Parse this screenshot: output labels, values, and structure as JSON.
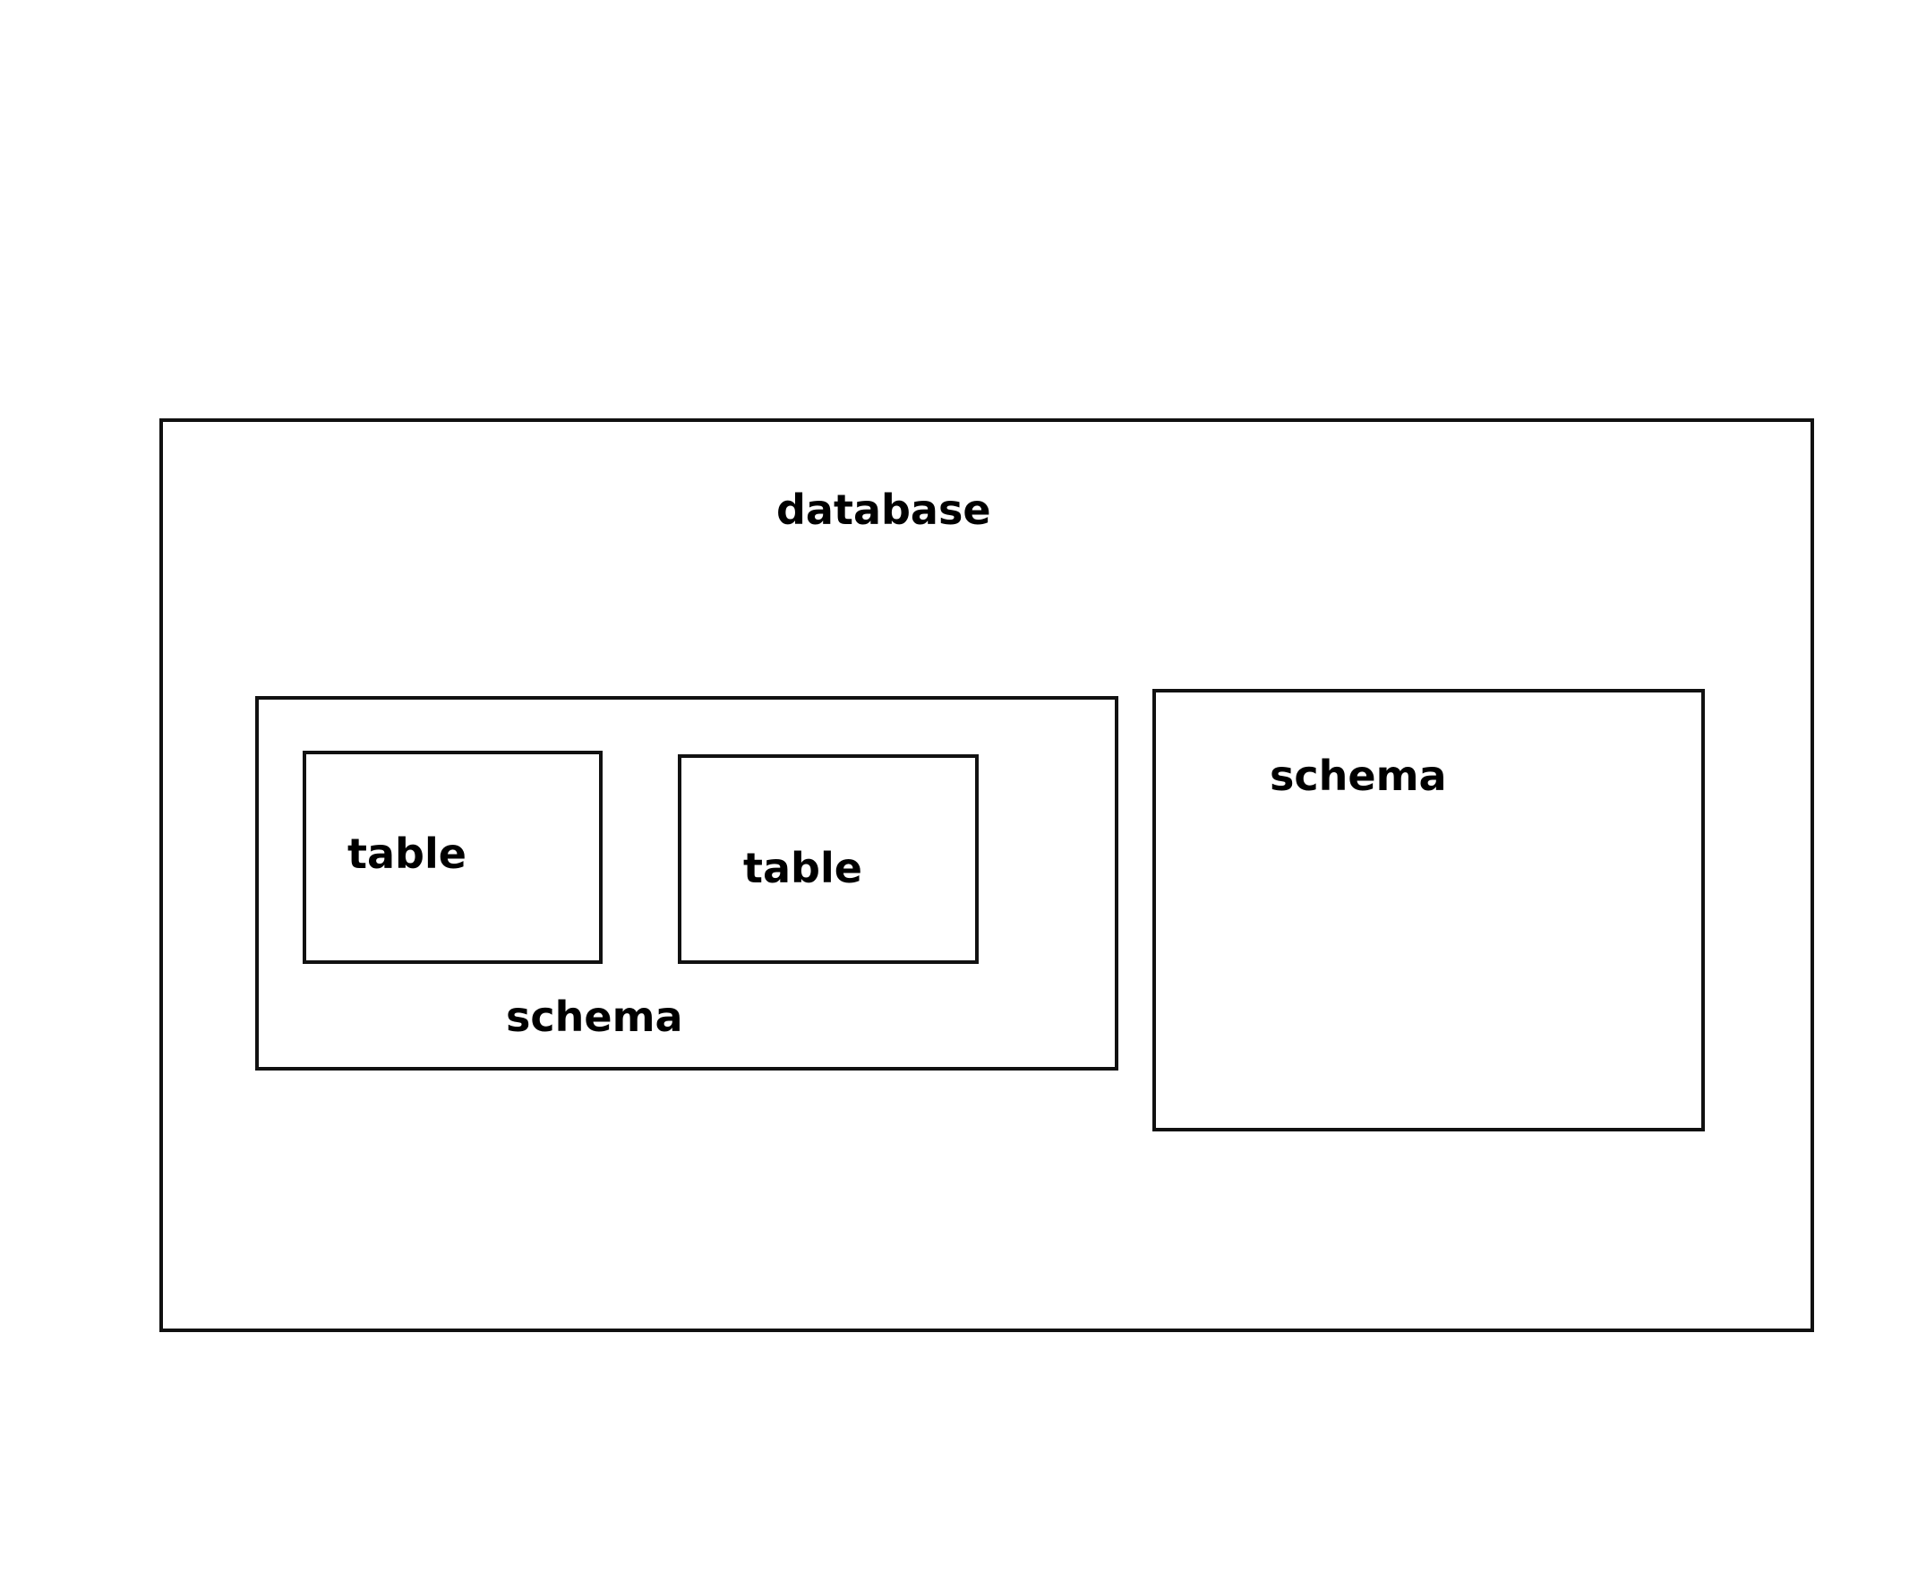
{
  "database": {
    "label": "database",
    "schemas": [
      {
        "label": "schema",
        "tables": [
          {
            "label": "table"
          },
          {
            "label": "table"
          }
        ]
      },
      {
        "label": "schema",
        "tables": []
      }
    ]
  },
  "colors": {
    "stroke": "#111111",
    "background": "#ffffff",
    "text": "#000000"
  }
}
